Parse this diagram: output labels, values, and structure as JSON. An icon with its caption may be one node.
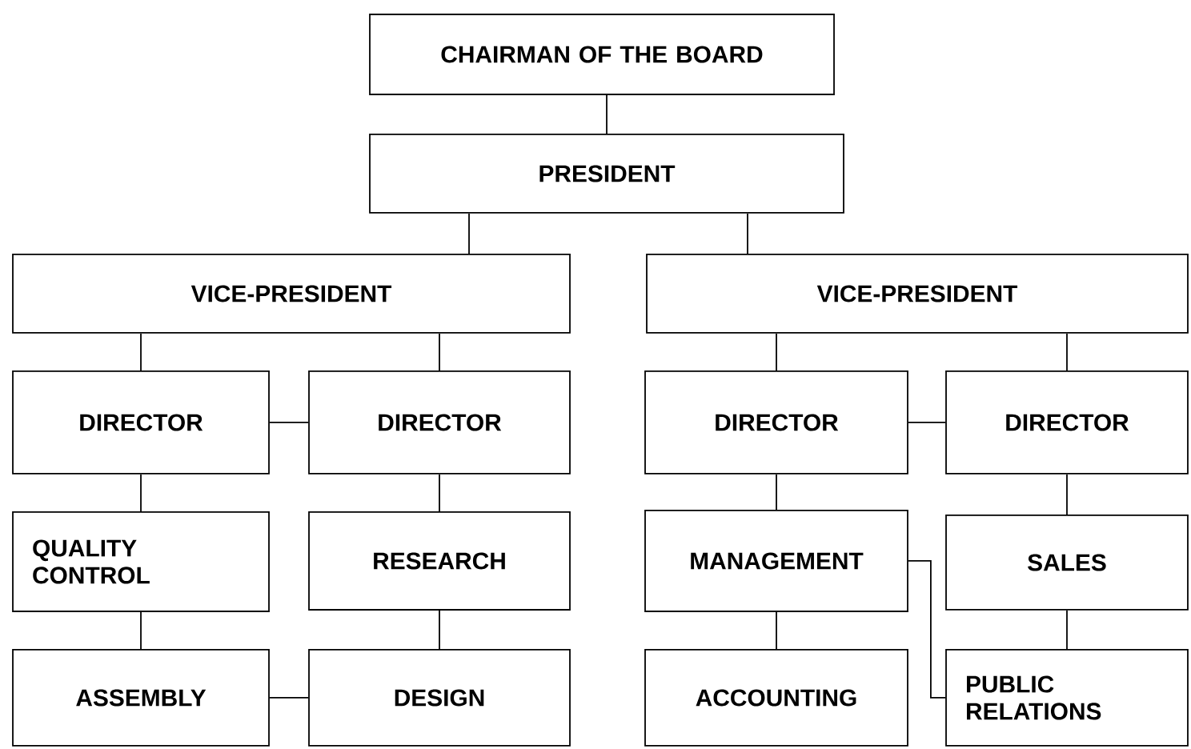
{
  "diagram": {
    "nodes": [
      {
        "text": [
          "CHAIRMAN OF THE BOARD"
        ]
      },
      {
        "text": [
          "PRESIDENT"
        ]
      },
      {
        "text": [
          "VICE-PRESIDENT"
        ]
      },
      {
        "text": [
          "VICE-PRESIDENT"
        ]
      },
      {
        "text": [
          "DIRECTOR"
        ]
      },
      {
        "text": [
          "DIRECTOR"
        ]
      },
      {
        "text": [
          "QUALITY CONTROL"
        ]
      },
      {
        "text": [
          "RESEARCH"
        ]
      },
      {
        "text": [
          "ASSEMBLY"
        ]
      },
      {
        "text": [
          "DESIGN"
        ]
      },
      {
        "text": [
          "DIRECTOR"
        ]
      },
      {
        "text": [
          "DIRECTOR"
        ]
      },
      {
        "text": [
          "MANAGEMENT"
        ]
      },
      {
        "text": [
          "SALES"
        ]
      },
      {
        "text": [
          "ACCOUNTING"
        ]
      },
      {
        "text": [
          "PUBLIC RELATIONS"
        ]
      }
    ],
    "edges": [
      {
        "from": 0,
        "to": 1,
        "arrow": "none"
      },
      {
        "from": 1,
        "to": 2,
        "arrow": "none"
      },
      {
        "from": 1,
        "to": 3,
        "arrow": "none"
      },
      {
        "from": 2,
        "to": 4,
        "arrow": "none"
      },
      {
        "from": 2,
        "to": 5,
        "arrow": "none"
      },
      {
        "from": 4,
        "to": 5,
        "arrow": "none"
      },
      {
        "from": 4,
        "to": 6,
        "arrow": "none"
      },
      {
        "from": 5,
        "to": 7,
        "arrow": "none"
      },
      {
        "from": 6,
        "to": 8,
        "arrow": "none"
      },
      {
        "from": 7,
        "to": 9,
        "arrow": "none"
      },
      {
        "from": 8,
        "to": 9,
        "arrow": "none"
      },
      {
        "from": 3,
        "to": 10,
        "arrow": "none"
      },
      {
        "from": 3,
        "to": 11,
        "arrow": "none"
      },
      {
        "from": 10,
        "to": 11,
        "arrow": "none"
      },
      {
        "from": 10,
        "to": 12,
        "arrow": "none"
      },
      {
        "from": 11,
        "to": 13,
        "arrow": "none"
      },
      {
        "from": 12,
        "to": 14,
        "arrow": "none"
      },
      {
        "from": 13,
        "to": 15,
        "arrow": "none"
      },
      {
        "from": 12,
        "to": 15,
        "arrow": "none"
      }
    ]
  }
}
